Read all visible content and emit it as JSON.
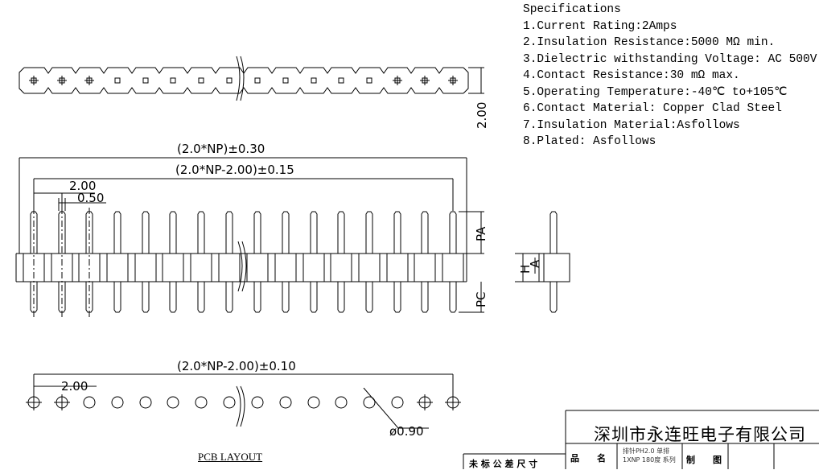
{
  "specifications": {
    "title": "Specifications",
    "items": [
      "1.Current Rating:2Amps",
      "2.Insulation Resistance:5000 MΩ min.",
      "3.Dielectric withstanding Voltage: AC 500V",
      "4.Contact Resistance:30 mΩ max.",
      "5.Operating Temperature:-40℃ to+105℃",
      "6.Contact Material: Copper Clad Steel",
      "7.Insulation Material:Asfollows",
      "8.Plated: Asfollows"
    ]
  },
  "dimensions": {
    "top_height": "2.00",
    "overall": "(2.0*NP)±0.30",
    "pin_span": "(2.0*NP-2.00)±0.15",
    "pitch": "2.00",
    "pin_width": "0.50",
    "pa": "PA",
    "pc": "PC",
    "h": "H",
    "a": "A",
    "pcb_span": "(2.0*NP-2.00)±0.10",
    "pcb_pitch": "2.00",
    "hole_dia": "ø0.90"
  },
  "pcb_label": "PCB LAYOUT",
  "title_block": {
    "company": "深圳市永连旺电子有限公司",
    "tolerance_label": "未 标 公 差 尺 寸",
    "name_label": "品　　名",
    "product_line1": "排针PH2.0 单排",
    "product_line2": "1XNP 180度 系列",
    "drawn_label": "制　　图"
  },
  "colors": {
    "line": "#000000"
  }
}
